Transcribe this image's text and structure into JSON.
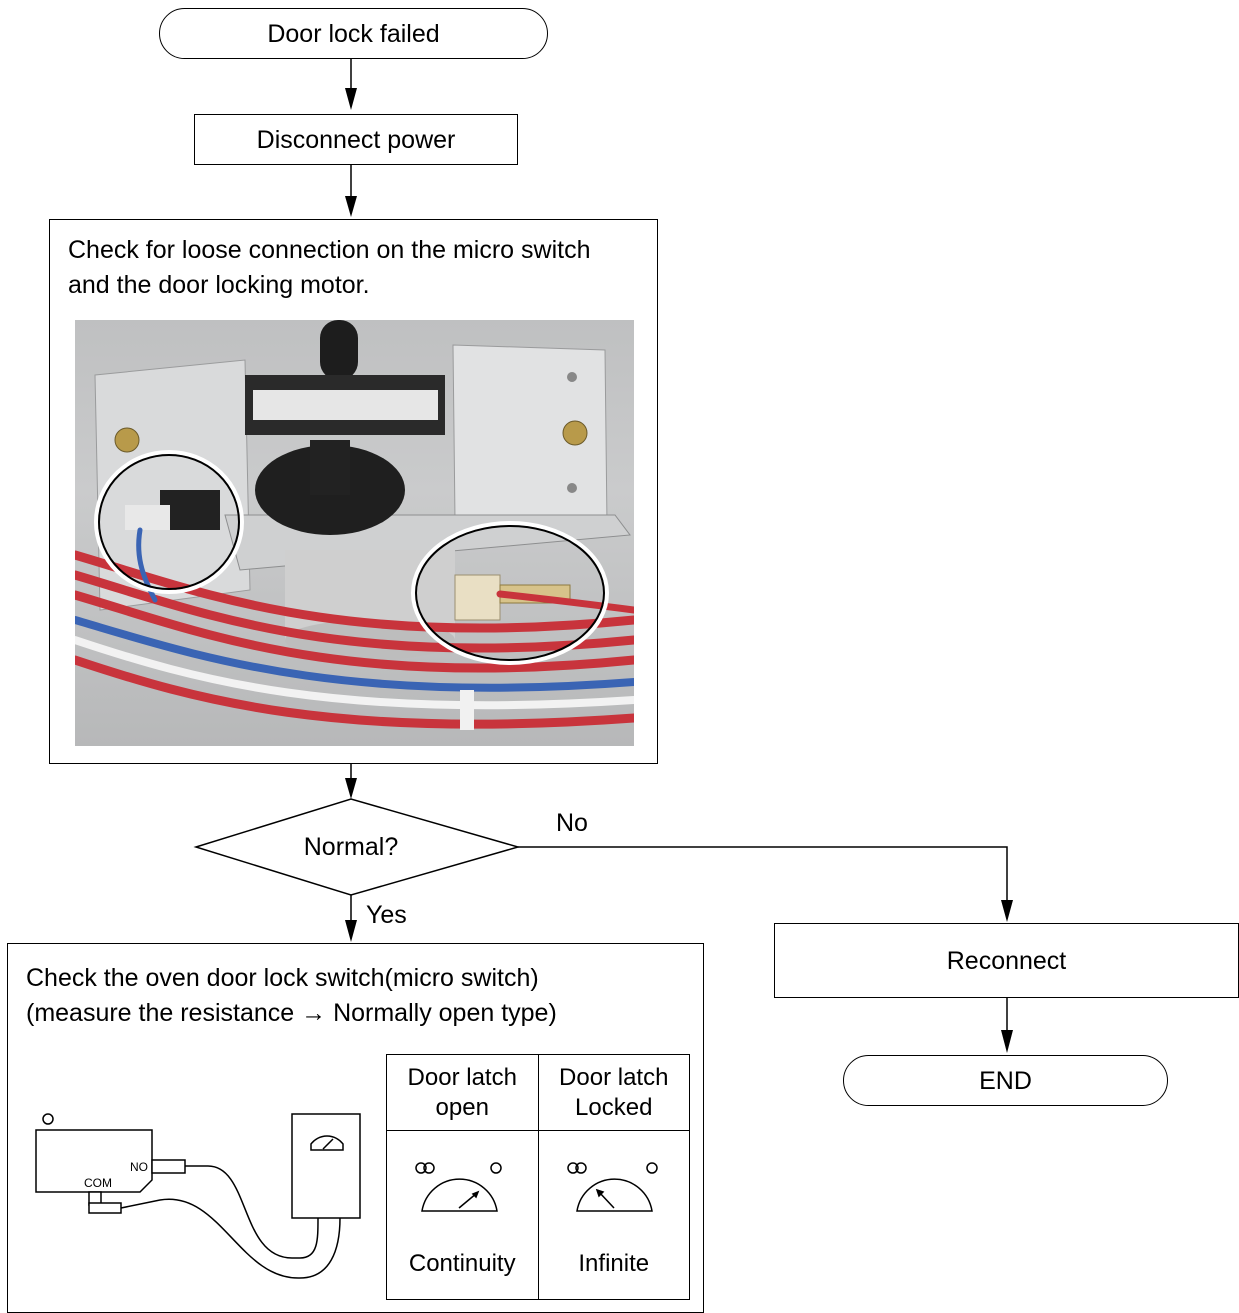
{
  "flow": {
    "start": "Door lock failed",
    "step1": "Disconnect power",
    "step2_line1": "Check for loose connection on the micro switch",
    "step2_line2": "and the door locking motor.",
    "decision": "Normal?",
    "no_label": "No",
    "yes_label": "Yes",
    "reconnect": "Reconnect",
    "end": "END",
    "step3_line1": "Check the oven door lock switch(micro switch)",
    "step3_line2": "(measure the resistance →  Normally open type)"
  },
  "switch_diagram": {
    "com_label": "COM",
    "no_label": "NO"
  },
  "latch_table": {
    "col1_header_line1": "Door latch",
    "col1_header_line2": "open",
    "col2_header_line1": "Door latch",
    "col2_header_line2": "Locked",
    "col1_result": "Continuity",
    "col2_result": "Infinite"
  },
  "colors": {
    "line": "#000000",
    "wire_red": "#c8343c",
    "wire_blue": "#3a64b4",
    "metal": "#bfc0c1"
  },
  "icons": [
    "meter-icon",
    "ohmmeter-dial-icon"
  ]
}
